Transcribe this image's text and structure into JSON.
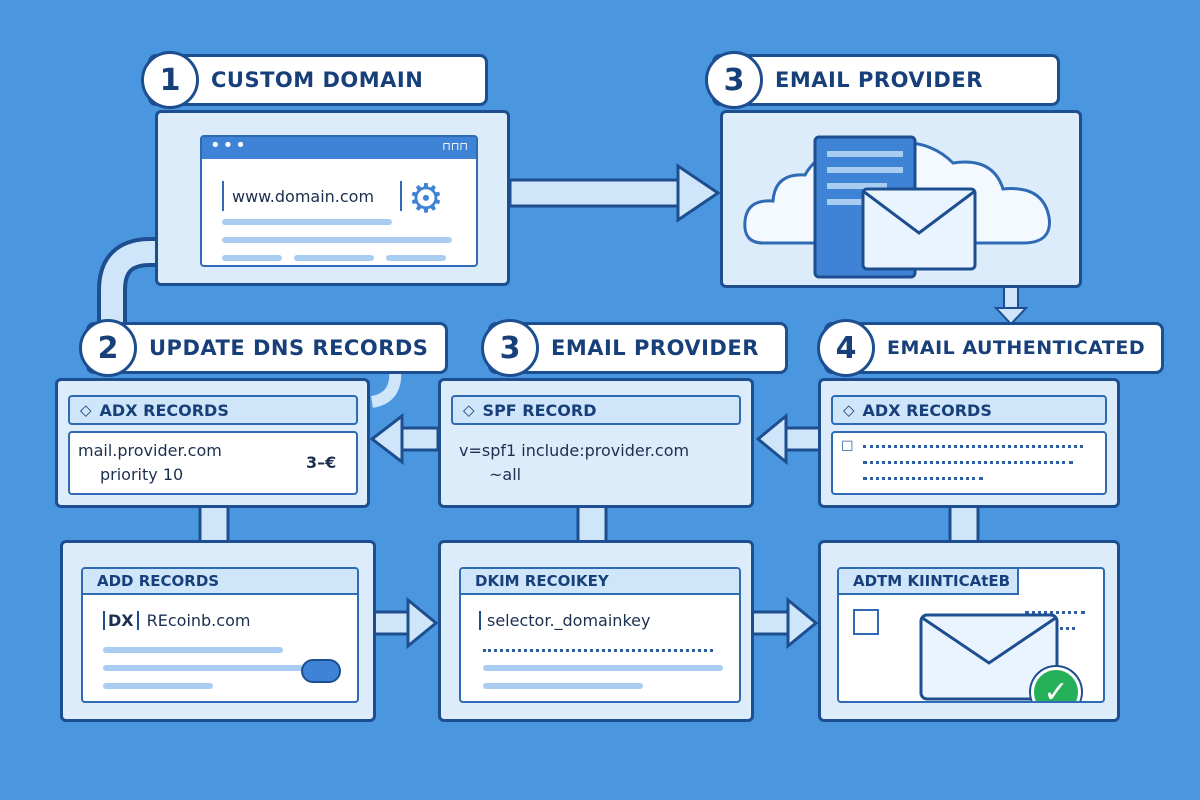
{
  "colors": {
    "background": "#4a97e0",
    "border": "#1d4e8f",
    "panel": "#dcecfb",
    "accent": "#3f83d6",
    "check": "#27b05a"
  },
  "steps": [
    {
      "number": "1",
      "title": "CUSTOM DOMAIN"
    },
    {
      "number": "3",
      "title": "EMAIL PROVIDER"
    },
    {
      "number": "2",
      "title": "UPDATE DNS RECORDS"
    },
    {
      "number": "3",
      "title": "EMAIL PROVIDER"
    },
    {
      "number": "4",
      "title": "EMAIL AUTHENTICATED"
    }
  ],
  "browser": {
    "url": "www.domain.com",
    "icon": "gear-icon"
  },
  "provider": {
    "icons": [
      "cloud-icon",
      "document-icon",
      "envelope-icon"
    ]
  },
  "cards": {
    "mx": {
      "header": "ADX RECORDS",
      "line1": "mail.provider.com",
      "line2": "priority 10",
      "side_glyph": "3–€"
    },
    "spf": {
      "header": "SPF RECORD",
      "line1": "v=spf1 include:provider.com",
      "line2": "~all"
    },
    "auth": {
      "header": "ADX RECORDS"
    }
  },
  "bottom": {
    "add": {
      "header": "ADD RECORDS",
      "badge": "DX",
      "value": "REcoinb.com"
    },
    "dkim": {
      "header": "DKIM RECOIKEY",
      "value": "selector._domainkey"
    },
    "done": {
      "header": "ADTM KIINTICAtEB",
      "icon": "check-icon"
    }
  }
}
